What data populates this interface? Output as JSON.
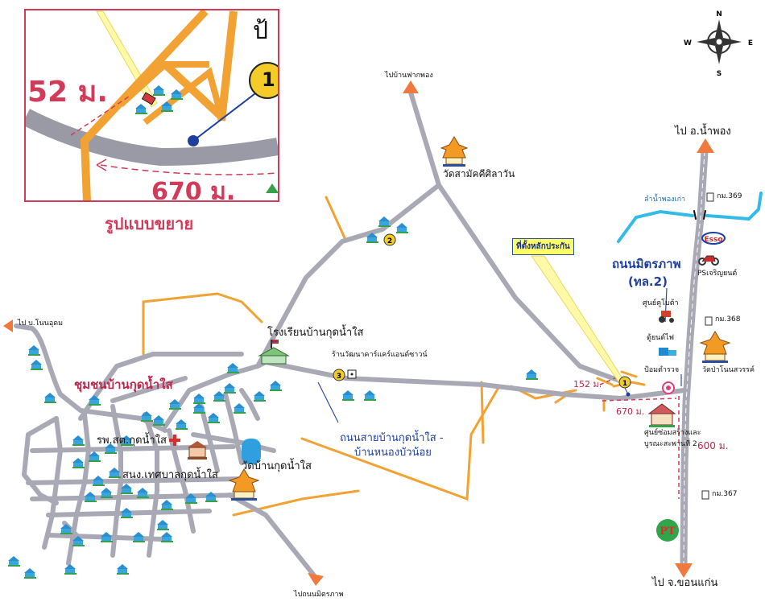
{
  "inset": {
    "caption": "รูปแบบขยาย",
    "dist_a": "52 ม.",
    "dist_b": "670 ม.",
    "marker": "1",
    "corner_text": "ป้"
  },
  "compass": {
    "n": "N",
    "s": "S",
    "e": "E",
    "w": "W"
  },
  "destinations": {
    "north_top": "ไปบ้านฟากพอง",
    "west": "ไป บ.โนนอุดม",
    "south": "ไปถนนมิตรภาพ",
    "highway_north": "ไป อ.น้ำพอง",
    "highway_south": "ไป จ.ขอนแก่น"
  },
  "labels": {
    "temple_top": "วัดสามัคคีศิลาวัน",
    "school": "โรงเรียนบ้านกุดน้ำใส",
    "shop": "ร้านวัฒนาคาร์แคร์แอนด์ซาวน์",
    "community": "ชุมชนบ้านกุดน้ำใส",
    "hospital": "รพ.สต.กุดน้ำใส",
    "municipal": "สนง.เทศบาลกุดน้ำใส",
    "temple_village": "วัดบ้านกุดน้ำใส",
    "local_road": "ถนนสายบ้านกุดน้ำใส -",
    "local_road_2": "บ้านหนองบัวน้อย",
    "highway": "ถนนมิตรภาพ",
    "highway_code": "(ทล.2)",
    "callout": "ที่ตั้งหลักประกัน",
    "river": "ลำน้ำพองเก่า",
    "km369": "กม.369",
    "km368": "กม.368",
    "km367": "กม.367",
    "esso": "Esso",
    "ps_shop": "PSเจริญยนต์",
    "tractor_center": "ศูนย์คูโบต้า",
    "phone_booth": "ตู้ยนต์ไฟ",
    "police_box": "ป้อมตำรวจ",
    "temple_right": "วัดป่าโนนสวรรค์",
    "repair_center": "ศูนย์ซ่อมสร้างและ",
    "repair_center_2": "บูรณะสะพานที่ 2",
    "dist_152": "152 ม.",
    "dist_670": "670 ม.",
    "dist_600": "600 ม.",
    "pt": "PT"
  },
  "markers": {
    "m1": "1",
    "m2": "2",
    "m3": "3"
  },
  "colors": {
    "road": "#a9a9b5",
    "orange_road": "#f2a233",
    "river": "#33bbe8",
    "arrow": "#f07a3e",
    "marker_fill": "#f3cc2a",
    "red_text": "#c0244a",
    "blue_text": "#1f3f9e"
  },
  "icons": [
    "house-icon",
    "temple-icon",
    "school-icon",
    "hospital-icon",
    "compass-icon",
    "esso-logo-icon",
    "motorcycle-icon",
    "tractor-icon",
    "police-icon",
    "pt-logo-icon",
    "direction-arrow-icon"
  ]
}
